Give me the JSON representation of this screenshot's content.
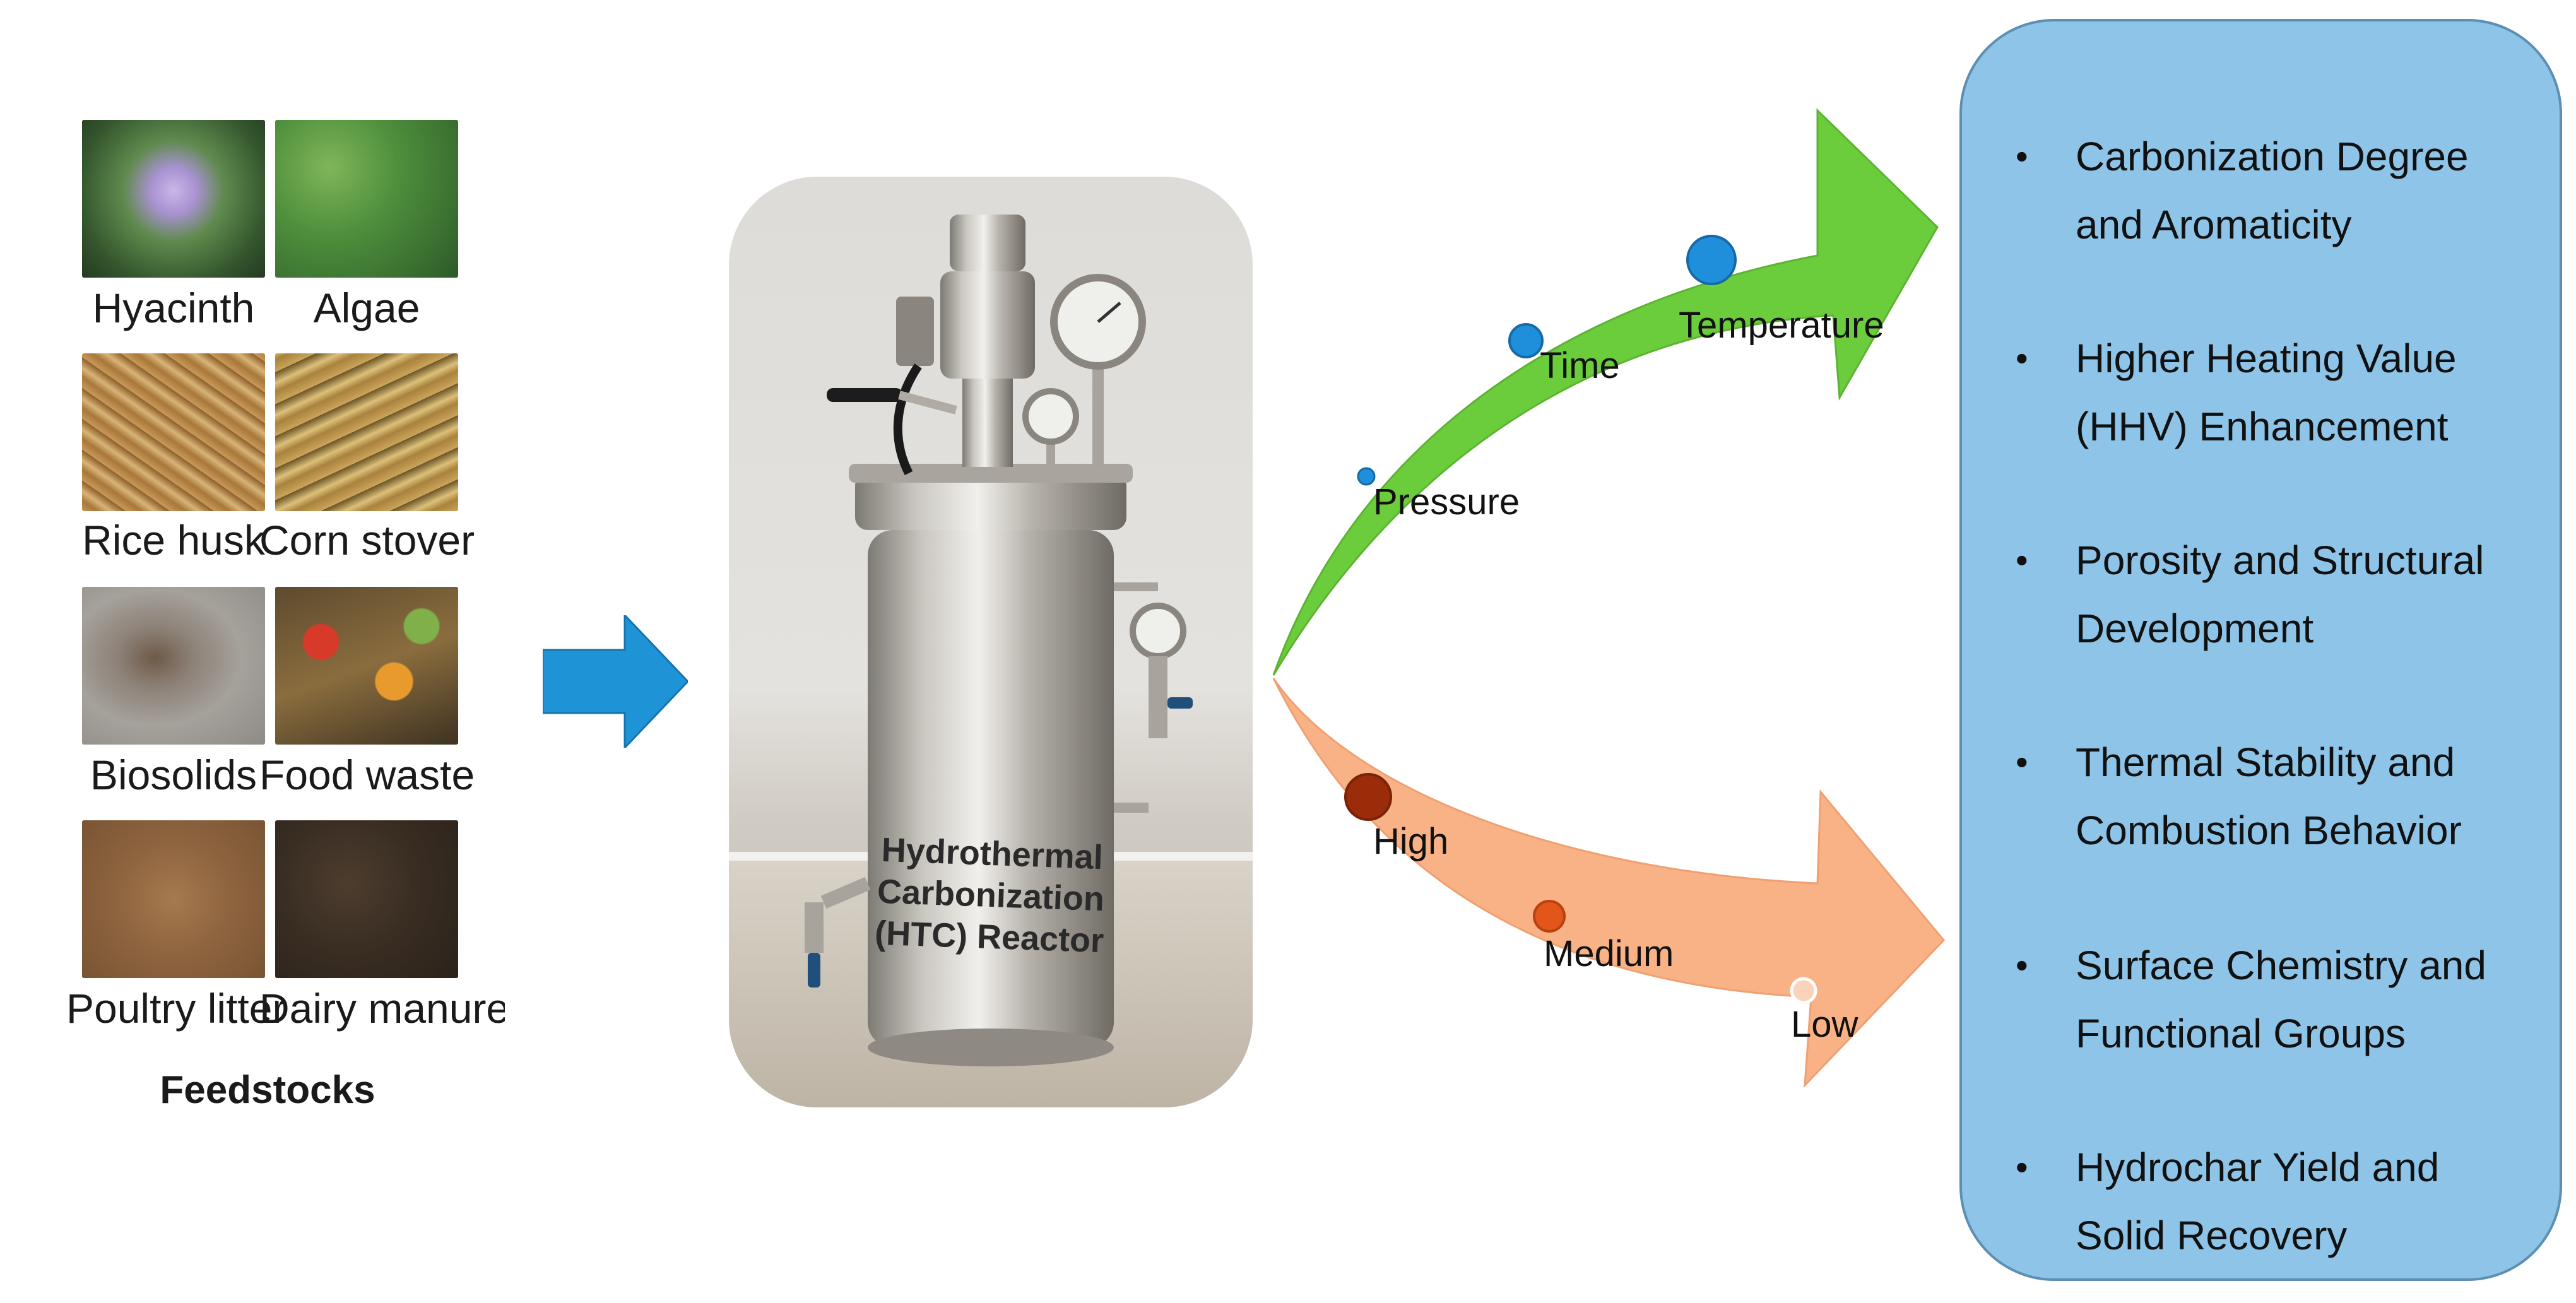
{
  "feedstocks": {
    "title": "Feedstocks",
    "items": [
      {
        "label": "Hyacinth"
      },
      {
        "label": "Algae"
      },
      {
        "label": "Rice husk"
      },
      {
        "label": "Corn stover"
      },
      {
        "label": "Biosolids"
      },
      {
        "label": "Food waste"
      },
      {
        "label": "Poultry litter"
      },
      {
        "label": "Dairy manure"
      }
    ]
  },
  "reactor": {
    "line1": "Hydrothermal",
    "line2": "Carbonization",
    "line3": "(HTC) Reactor"
  },
  "process_parameters": {
    "pressure": "Pressure",
    "time": "Time",
    "temperature": "Temperature"
  },
  "levels": {
    "high": "High",
    "medium": "Medium",
    "low": "Low"
  },
  "properties": {
    "items": [
      {
        "line1": "Carbonization Degree",
        "line2": "and Aromaticity"
      },
      {
        "line1": "Higher Heating Value",
        "line2": "(HHV) Enhancement"
      },
      {
        "line1": "Porosity and Structural",
        "line2": "Development"
      },
      {
        "line1": "Thermal Stability and",
        "line2": "Combustion Behavior"
      },
      {
        "line1": "Surface Chemistry and",
        "line2": "Functional Groups"
      },
      {
        "line1": "Hydrochar Yield and",
        "line2": "Solid Recovery"
      }
    ]
  },
  "colors": {
    "green_arrow": "#6ccd3c",
    "orange_arrow": "#f9b286",
    "blue_arrow": "#1e93d6",
    "props_box": "#8ec4e8",
    "dot_blue": "#1f8fdc",
    "dot_high": "#9b2c0a",
    "dot_medium": "#e2561a"
  }
}
